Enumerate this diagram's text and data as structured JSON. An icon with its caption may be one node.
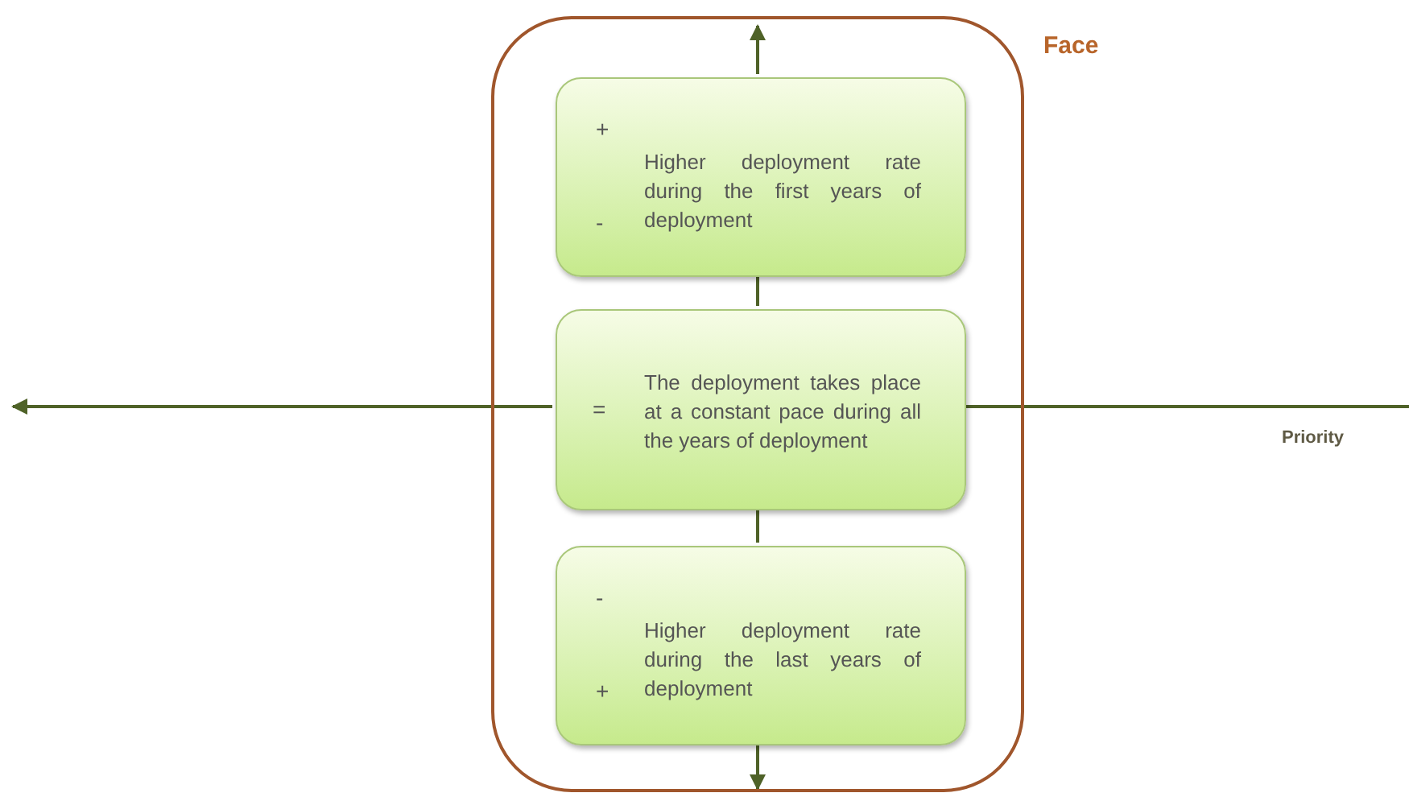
{
  "diagram": {
    "nodes": [
      {
        "text": [
          "Face"
        ]
      },
      {
        "text": [
          "+",
          "-",
          "Higher deployment rate during the first years of deployment"
        ],
        "in": 0
      },
      {
        "text": [
          "=",
          "The deployment takes place at a constant pace during all the years of deployment"
        ],
        "in": 0
      },
      {
        "text": [
          "-",
          "+",
          "Higher deployment rate during the last years of deployment"
        ],
        "in": 0
      }
    ],
    "edges": [
      {
        "from": 1,
        "to": null,
        "arrow": "to"
      },
      {
        "from": 1,
        "to": 2,
        "arrow": "none"
      },
      {
        "from": 2,
        "to": 3,
        "arrow": "none"
      },
      {
        "from": 3,
        "to": null,
        "arrow": "to"
      },
      {
        "from": 2,
        "to": null,
        "arrow": "to"
      },
      {
        "from": 2,
        "to": null,
        "arrow": "none"
      }
    ],
    "labels": [
      "Priority"
    ]
  }
}
